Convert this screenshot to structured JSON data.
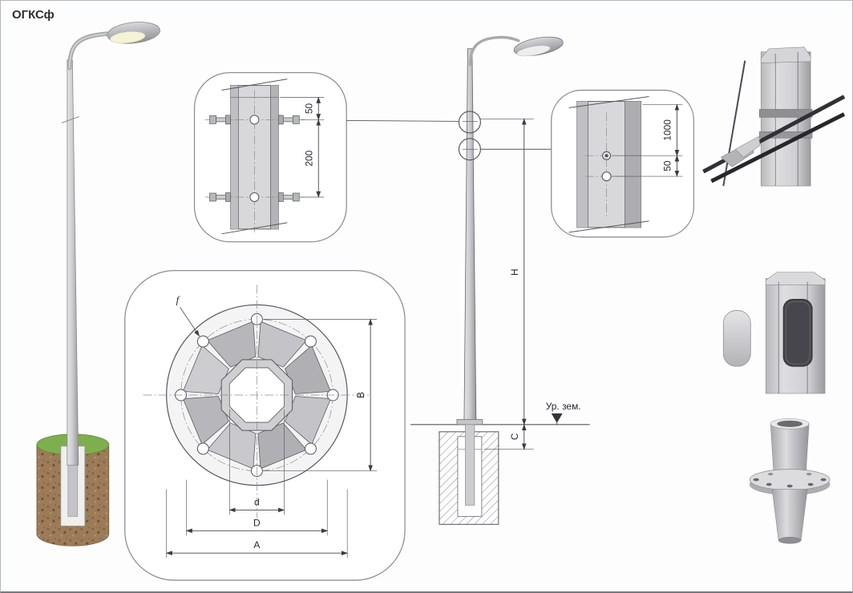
{
  "title": "ОГКСф",
  "joint_detail": {
    "dim_top": "50",
    "dim_bolt_spacing": "200"
  },
  "hole_detail": {
    "dim_height": "1000",
    "dim_offset": "50"
  },
  "elevation": {
    "dim_height_label": "H",
    "dim_embed_label": "C",
    "ground_level_label": "Ур. зем."
  },
  "flange_detail": {
    "hole_label": "f",
    "dim_vertical_label": "B",
    "dim_inner_label": "d",
    "dim_bolt_circle_label": "D",
    "dim_outer_label": "A"
  }
}
